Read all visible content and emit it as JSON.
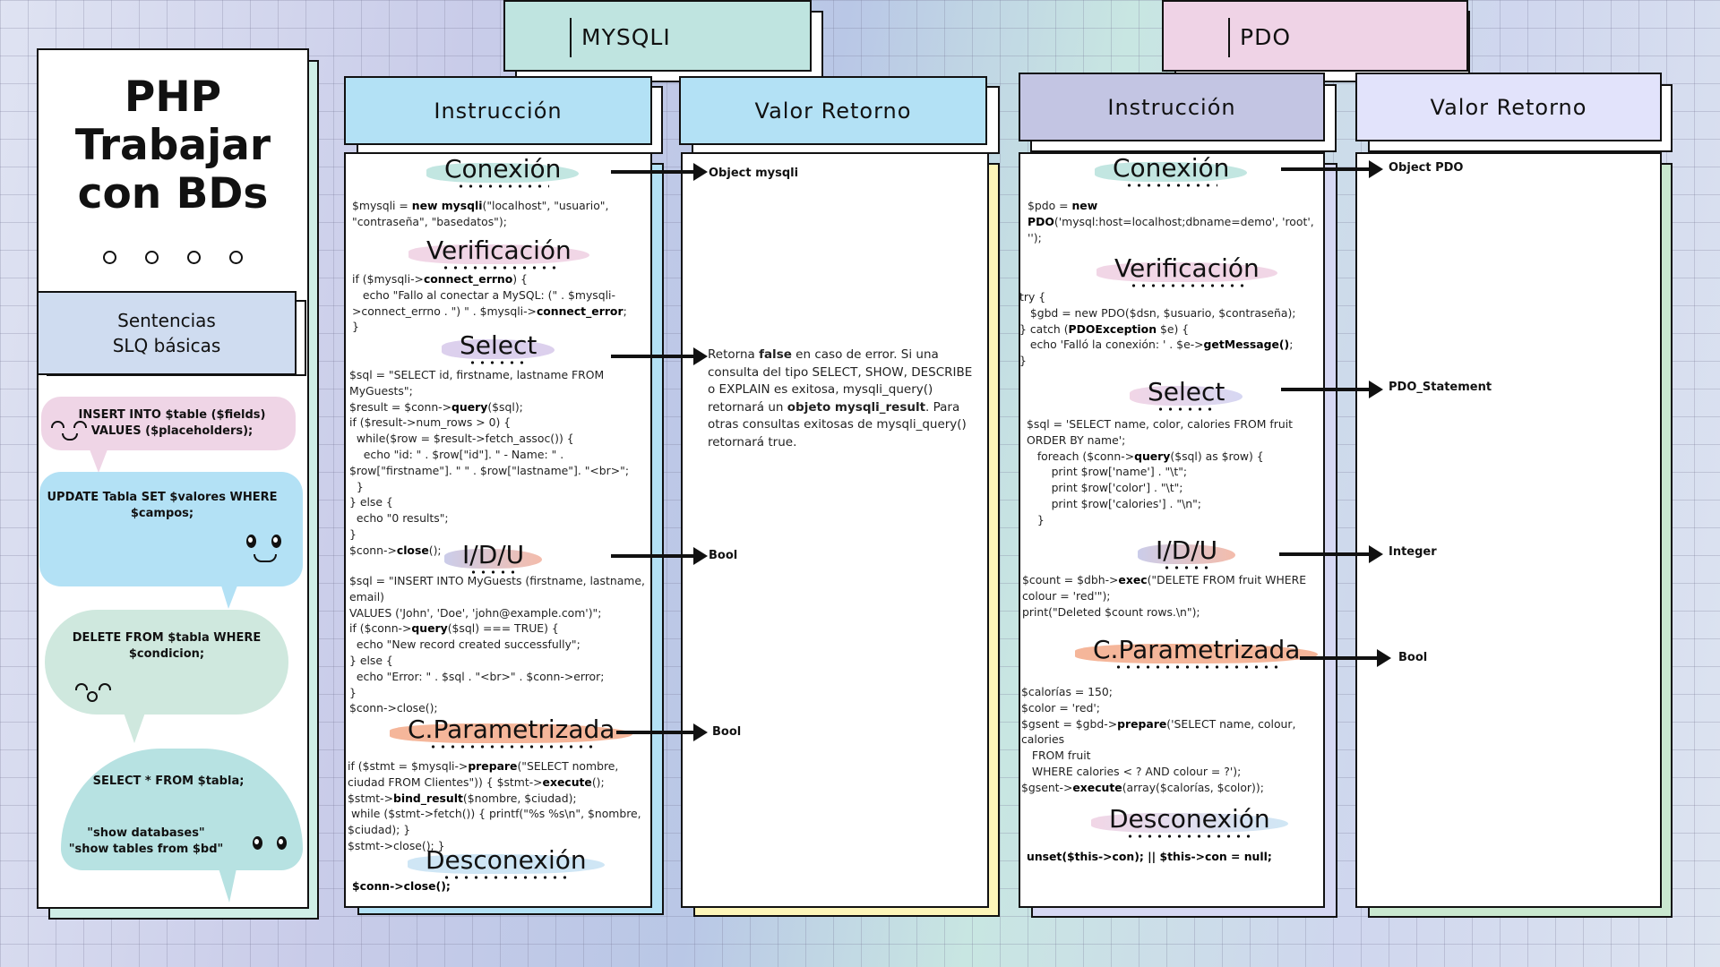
{
  "left": {
    "title_lines": [
      "PHP",
      "Trabajar",
      "con BDs"
    ],
    "subtitle_lines": [
      "Sentencias",
      "SLQ básicas"
    ],
    "bubbles": {
      "insert": "INSERT INTO $table ($fields) VALUES ($placeholders);",
      "update": "UPDATE Tabla SET $valores WHERE $campos;",
      "delete": "DELETE FROM $tabla WHERE $condicion;",
      "select": "SELECT * FROM $tabla;",
      "show1": "\"show databases\"",
      "show2": "\"show tables from $bd\""
    }
  },
  "mysqli": {
    "label": "MYSQLI",
    "col_instruccion": "Instrucción",
    "col_valor": "Valor Retorno",
    "sections": {
      "conexion": "Conexión",
      "verificacion": "Verificación",
      "select": "Select",
      "idu": "I/D/U",
      "param": "C.Parametrizada",
      "desconexion": "Desconexión"
    },
    "returns": {
      "conexion": "Object mysqli",
      "select_text": [
        "Retorna ",
        "false",
        " en caso de error. Si una consulta del tipo SELECT, SHOW, DESCRIBE o EXPLAIN es exitosa, mysqli_query() retornará un ",
        "objeto mysqli_result",
        ". Para otras consultas exitosas de mysqli_query() retornará true."
      ],
      "idu": "Bool",
      "param": "Bool"
    }
  },
  "pdo": {
    "label": "PDO",
    "col_instruccion": "Instrucción",
    "col_valor": "Valor Retorno",
    "sections": {
      "conexion": "Conexión",
      "verificacion": "Verificación",
      "select": "Select",
      "idu": "I/D/U",
      "param": "C.Parametrizada",
      "desconexion": "Desconexión"
    },
    "returns": {
      "conexion": "Object PDO",
      "select": "PDO_Statement",
      "idu": "Integer",
      "param": "Bool"
    },
    "desconexion_code": "unset($this->con);   ||   $this->con = null;"
  },
  "colors": {
    "mysqli_header": "#bfe4e0",
    "pdo_header": "#efd3e6",
    "instruccion_mysqli": "#b3e1f5",
    "valor_mysqli": "#b3e1f5",
    "instruccion_pdo": "#c3c5e3",
    "valor_pdo": "#e2e3fb"
  }
}
